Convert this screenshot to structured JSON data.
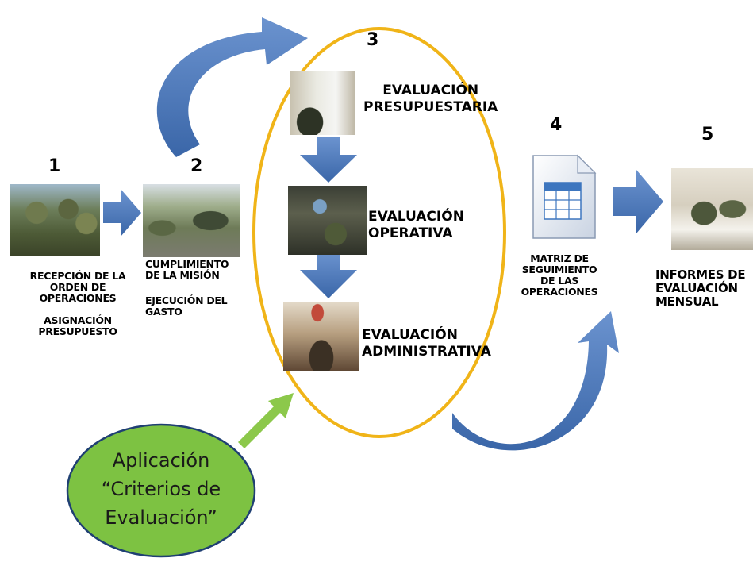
{
  "steps": [
    {
      "number": "1",
      "caption_lines": [
        "RECEPCIÓN DE LA",
        "ORDEN DE",
        "OPERACIONES",
        "",
        "ASIGNACIÓN",
        "PRESUPUESTO"
      ]
    },
    {
      "number": "2",
      "caption_lines": [
        "CUMPLIMIENTO",
        "DE LA MISIÓN",
        "",
        "EJECUCIÓN DEL",
        "GASTO"
      ]
    },
    {
      "number": "3",
      "evaluations": [
        {
          "lines": [
            "EVALUACIÓN",
            "PRESUPUESTARIA"
          ]
        },
        {
          "lines": [
            "EVALUACIÓN",
            "OPERATIVA"
          ]
        },
        {
          "lines": [
            "EVALUACIÓN",
            "ADMINISTRATIVA"
          ]
        }
      ]
    },
    {
      "number": "4",
      "caption_lines": [
        "MATRIZ DE",
        "SEGUIMIENTO",
        "DE LAS",
        "OPERACIONES"
      ]
    },
    {
      "number": "5",
      "caption_lines": [
        "INFORMES DE",
        "EVALUACIÓN",
        "MENSUAL"
      ]
    }
  ],
  "criteria": {
    "lines": [
      "Aplicación",
      "“Criterios de",
      "Evaluación”"
    ]
  },
  "colors": {
    "arrow_blue": "#4a78b8",
    "ellipse_gold": "#f0b418",
    "green_fill": "#7dc242",
    "green_arrow": "#8cc84b"
  }
}
